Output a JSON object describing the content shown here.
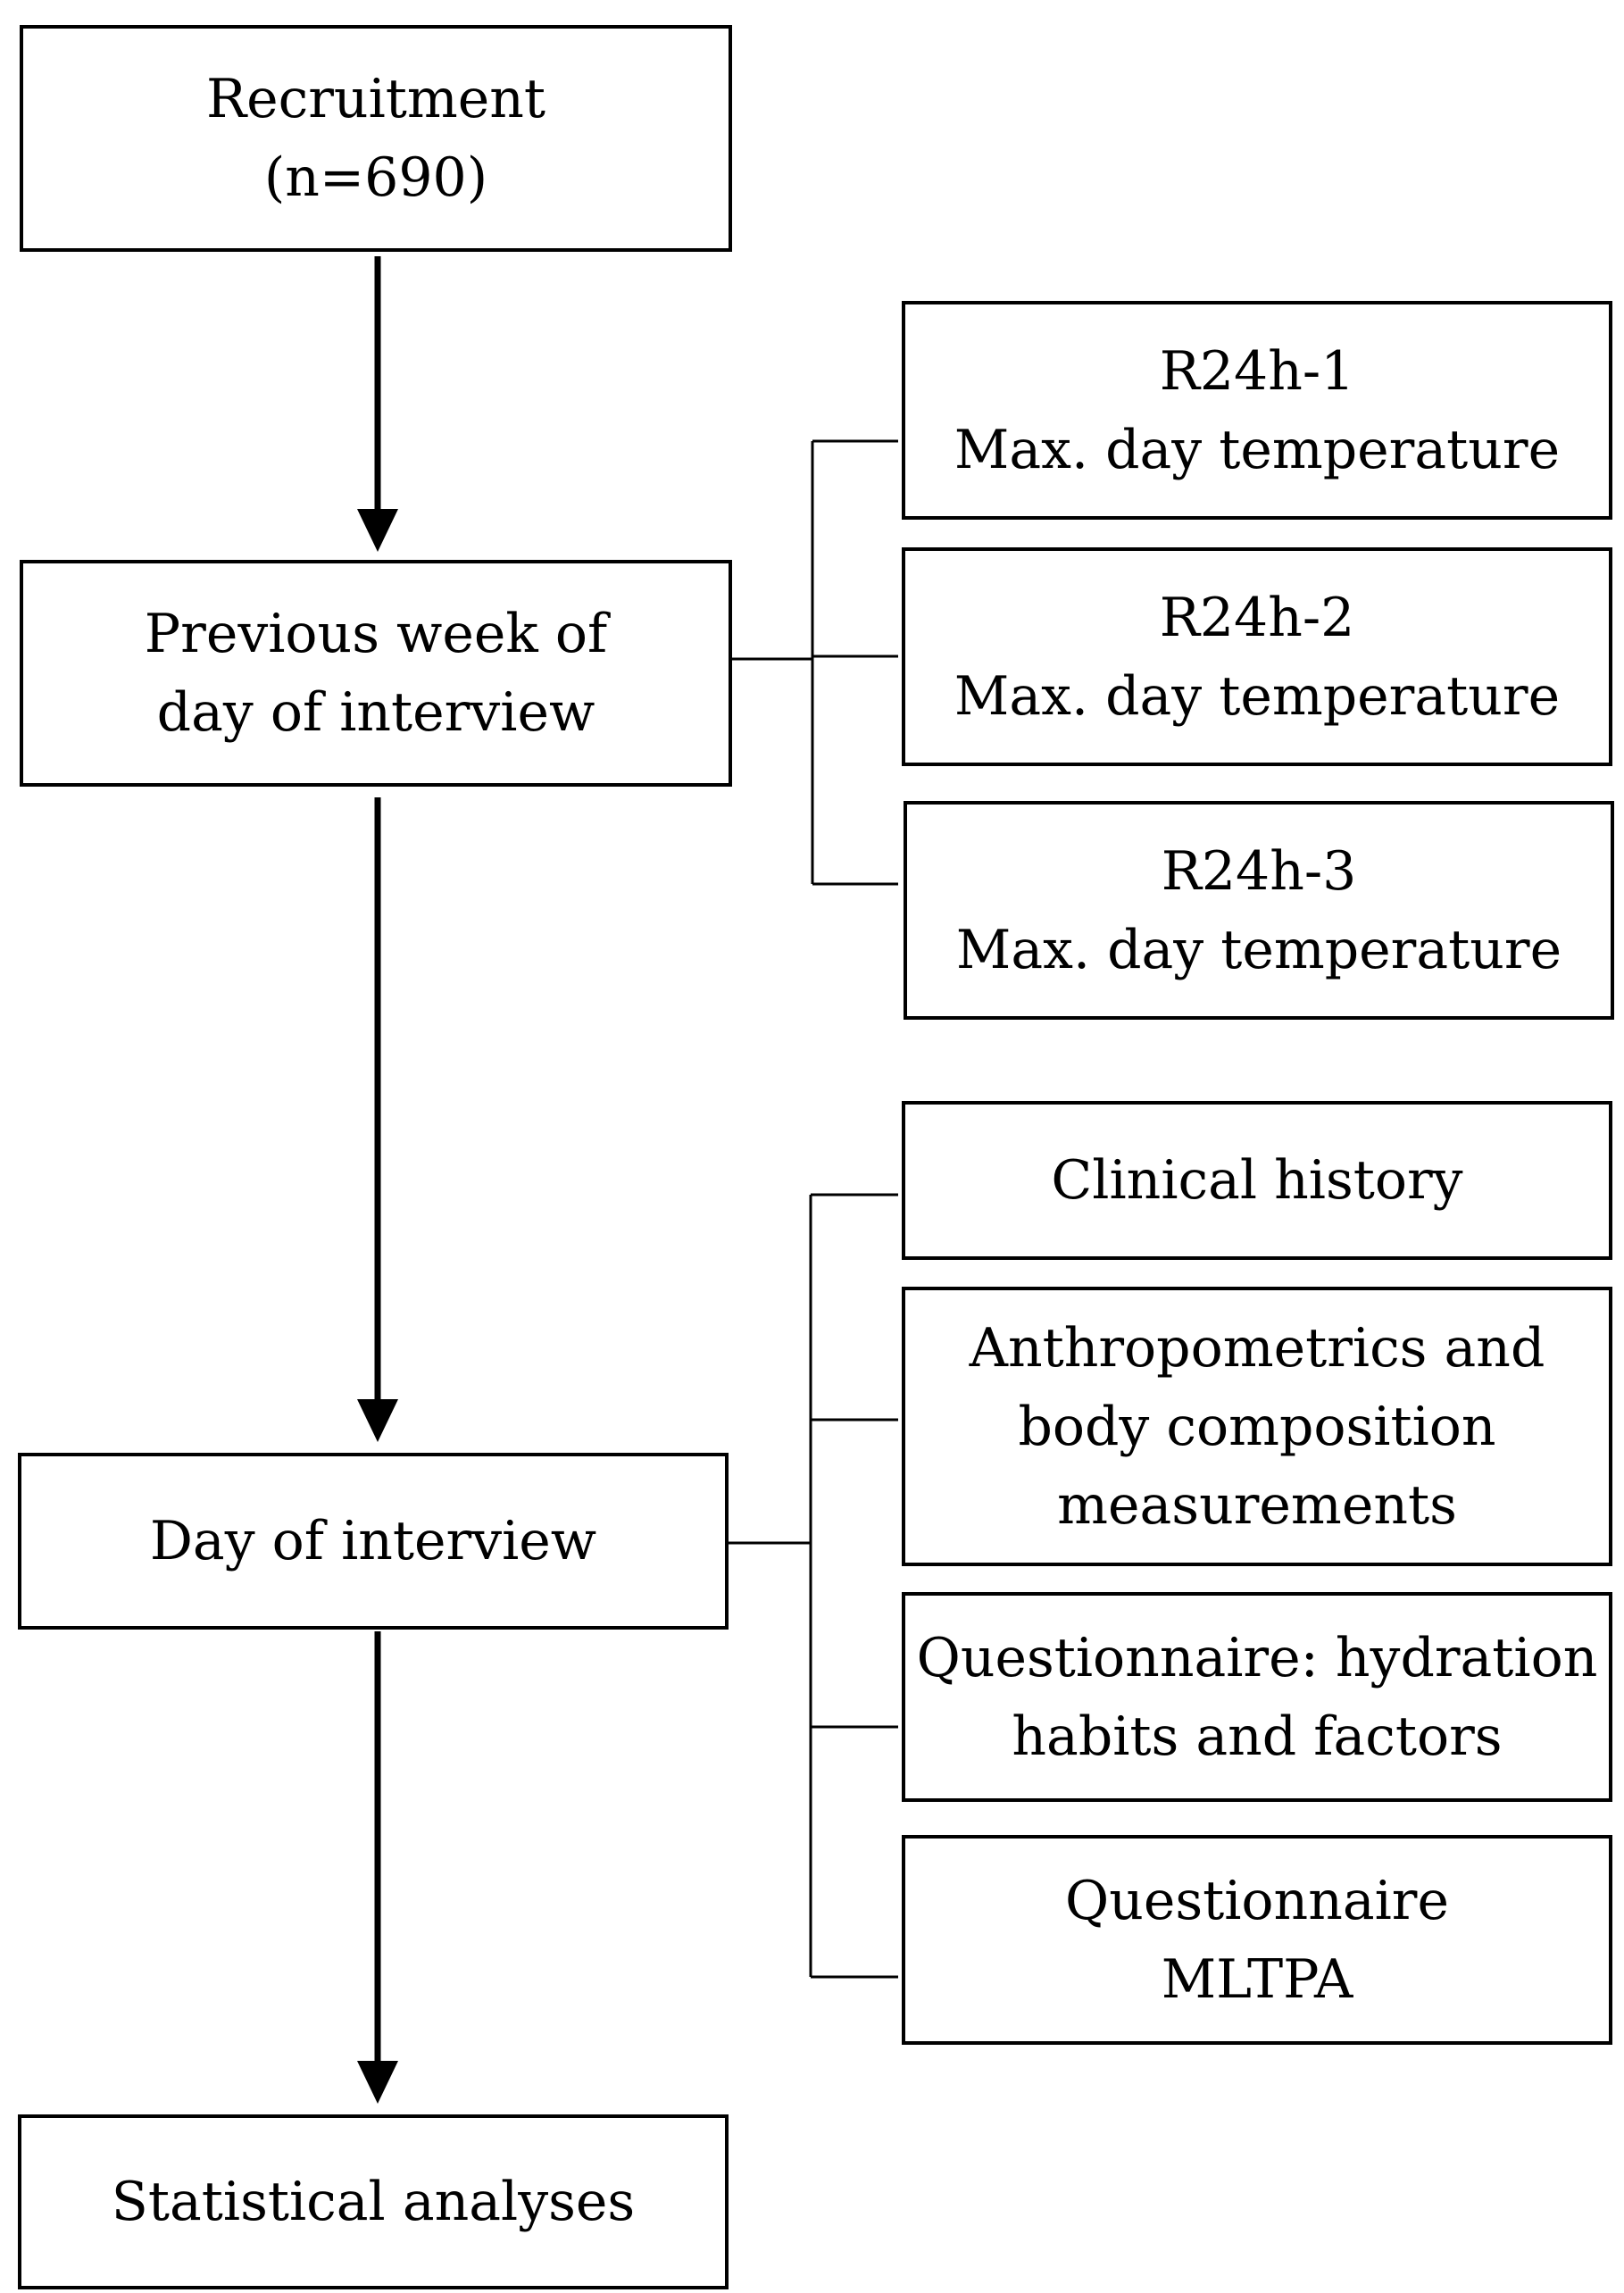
{
  "flowchart": {
    "main_steps": [
      {
        "id": "recruitment",
        "text": "Recruitment\n(n=690)"
      },
      {
        "id": "previous-week",
        "text": "Previous week of\nday of interview"
      },
      {
        "id": "day-of-interview",
        "text": "Day of interview"
      },
      {
        "id": "statistical-analyses",
        "text": "Statistical analyses"
      }
    ],
    "previous_week_items": [
      {
        "id": "r24h-1",
        "text": "R24h-1\nMax. day temperature"
      },
      {
        "id": "r24h-2",
        "text": "R24h-2\nMax. day temperature"
      },
      {
        "id": "r24h-3",
        "text": "R24h-3\nMax. day temperature"
      }
    ],
    "interview_items": [
      {
        "id": "clinical-history",
        "text": "Clinical history"
      },
      {
        "id": "anthropometrics",
        "text": "Anthropometrics and\nbody composition\nmeasurements"
      },
      {
        "id": "questionnaire-hydration",
        "text": "Questionnaire: hydration\nhabits and factors"
      },
      {
        "id": "questionnaire-mltpa",
        "text": "Questionnaire\nMLTPA"
      }
    ]
  }
}
